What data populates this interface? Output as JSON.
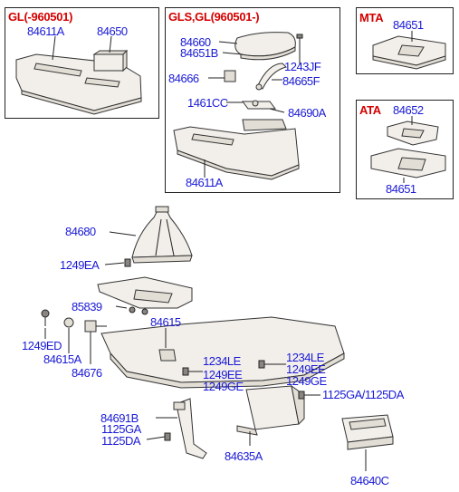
{
  "boxes": {
    "gl": {
      "title": "GL(-960501)"
    },
    "gls": {
      "title": "GLS,GL(960501-)"
    },
    "mta": {
      "title": "MTA"
    },
    "ata": {
      "title": "ATA"
    }
  },
  "parts": {
    "p84611A_gl": "84611A",
    "p84650": "84650",
    "p84660": "84660",
    "p84651B": "84651B",
    "p1243JF": "1243JF",
    "p84666": "84666",
    "p84665F": "84665F",
    "p1461CC": "1461CC",
    "p84690A": "84690A",
    "p84611A_gls": "84611A",
    "p84651_mta": "84651",
    "p84652": "84652",
    "p84651_ata": "84651",
    "p84680": "84680",
    "p1249EA": "1249EA",
    "p85839": "85839",
    "p84615": "84615",
    "p1249ED": "1249ED",
    "p84615A": "84615A",
    "p84676": "84676",
    "p1234LE_a": "1234LE",
    "p1249EE_a": "1249EE",
    "p1249GE_a": "1249GE",
    "p1234LE_b": "1234LE",
    "p1249EE_b": "1249EE",
    "p1249GE_b": "1249GE",
    "p1125GA_1125DA": "1125GA/1125DA",
    "p84691B": "84691B",
    "p1125GA": "1125GA",
    "p1125DA": "1125DA",
    "p84635A": "84635A",
    "p84640C": "84640C"
  }
}
